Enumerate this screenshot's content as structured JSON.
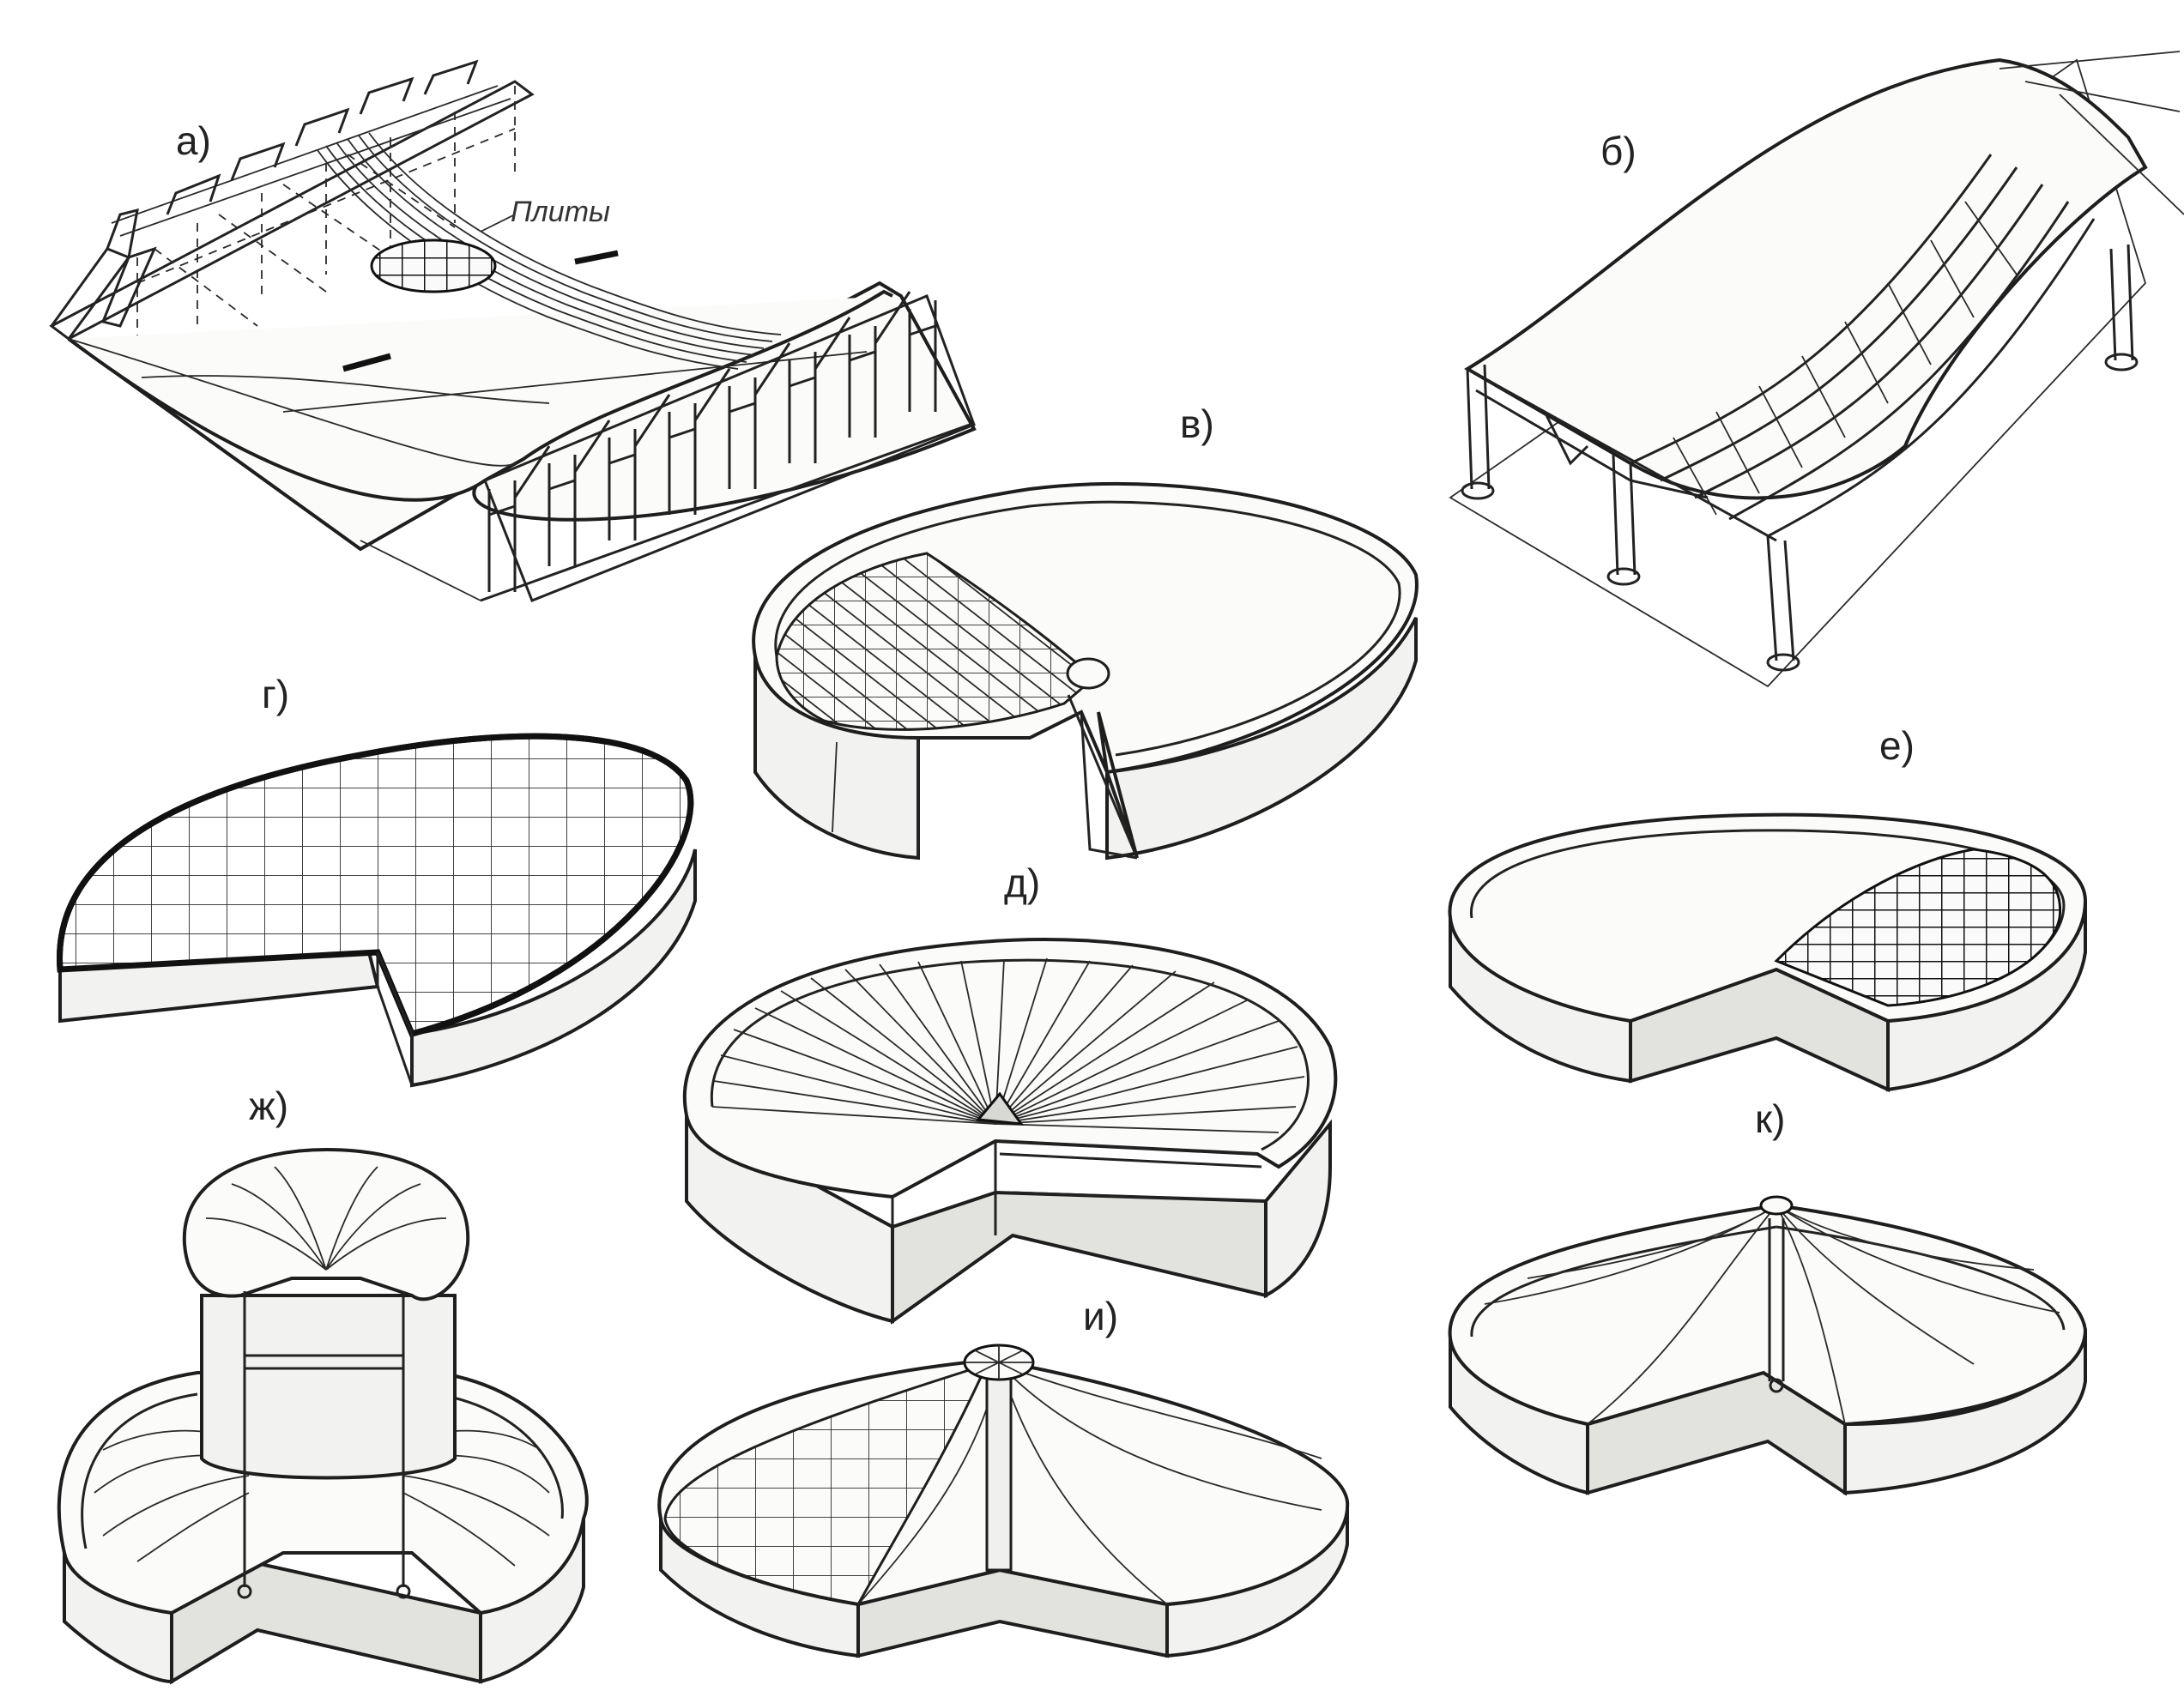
{
  "labels": {
    "a": "а)",
    "b": "б)",
    "v": "в)",
    "g": "г)",
    "d": "д)",
    "e": "е)",
    "zh": "ж)",
    "i": "и)",
    "k": "к)"
  },
  "annotations": {
    "plates": "Плиты"
  }
}
